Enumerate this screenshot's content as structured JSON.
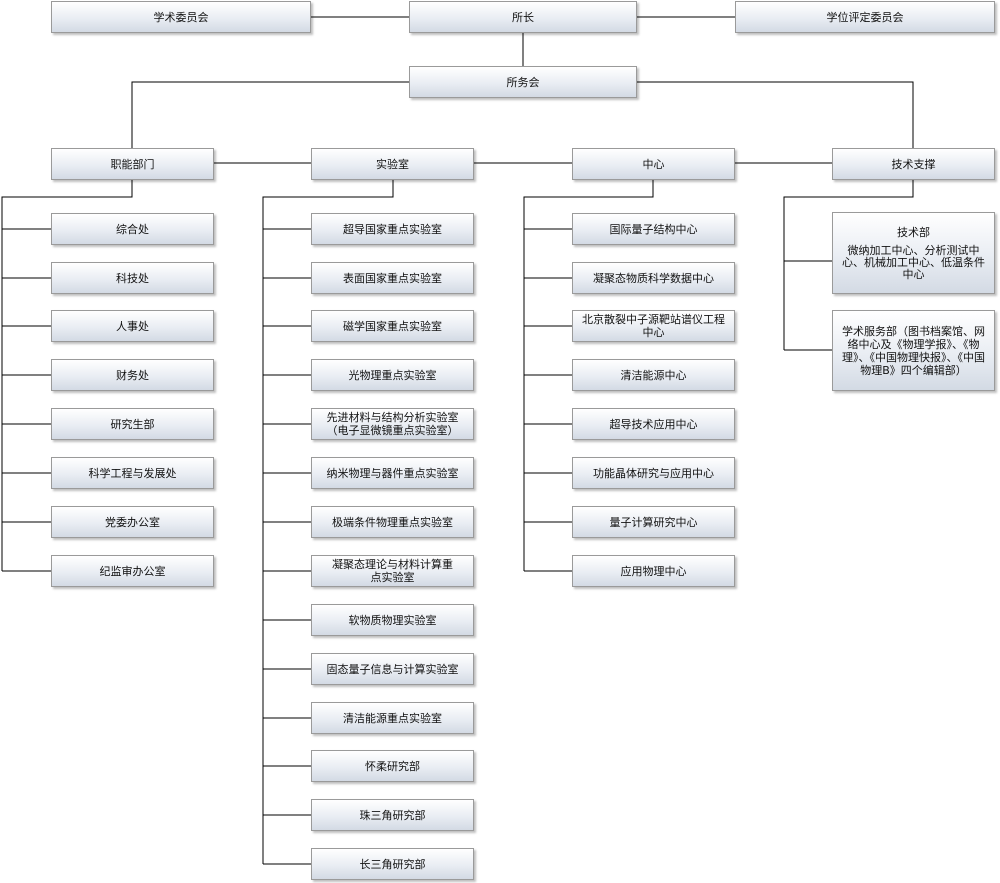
{
  "top": {
    "academic_committee": "学术委员会",
    "director": "所长",
    "degree_committee": "学位评定委员会"
  },
  "office": "所务会",
  "categories": {
    "functional": "职能部门",
    "labs": "实验室",
    "centers": "中心",
    "tech": "技术支撑"
  },
  "functional_items": [
    "综合处",
    "科技处",
    "人事处",
    "财务处",
    "研究生部",
    "科学工程与发展处",
    "党委办公室",
    "纪监审办公室"
  ],
  "lab_items": [
    "超导国家重点实验室",
    "表面国家重点实验室",
    "磁学国家重点实验室",
    "光物理重点实验室",
    "先进材料与结构分析实验室（电子显微镜重点实验室）",
    "纳米物理与器件重点实验室",
    "极端条件物理重点实验室",
    "凝聚态理论与材料计算重点实验室",
    "软物质物理实验室",
    "固态量子信息与计算实验室",
    "清洁能源重点实验室",
    "怀柔研究部",
    "珠三角研究部",
    "长三角研究部"
  ],
  "center_items": [
    "国际量子结构中心",
    "凝聚态物质科学数据中心",
    "北京散裂中子源靶站谱仪工程中心",
    "清洁能源中心",
    "超导技术应用中心",
    "功能晶体研究与应用中心",
    "量子计算研究中心",
    "应用物理中心"
  ],
  "tech_items": {
    "tech_dept_title": "技术部",
    "tech_dept_desc": "微纳加工中心、分析测试中心、机械加工中心、低温条件中心",
    "academic_service": "学术服务部（图书档案馆、网络中心及《物理学报》、《物理》、《中国物理快报》、《中国物理B》四个编辑部）"
  }
}
